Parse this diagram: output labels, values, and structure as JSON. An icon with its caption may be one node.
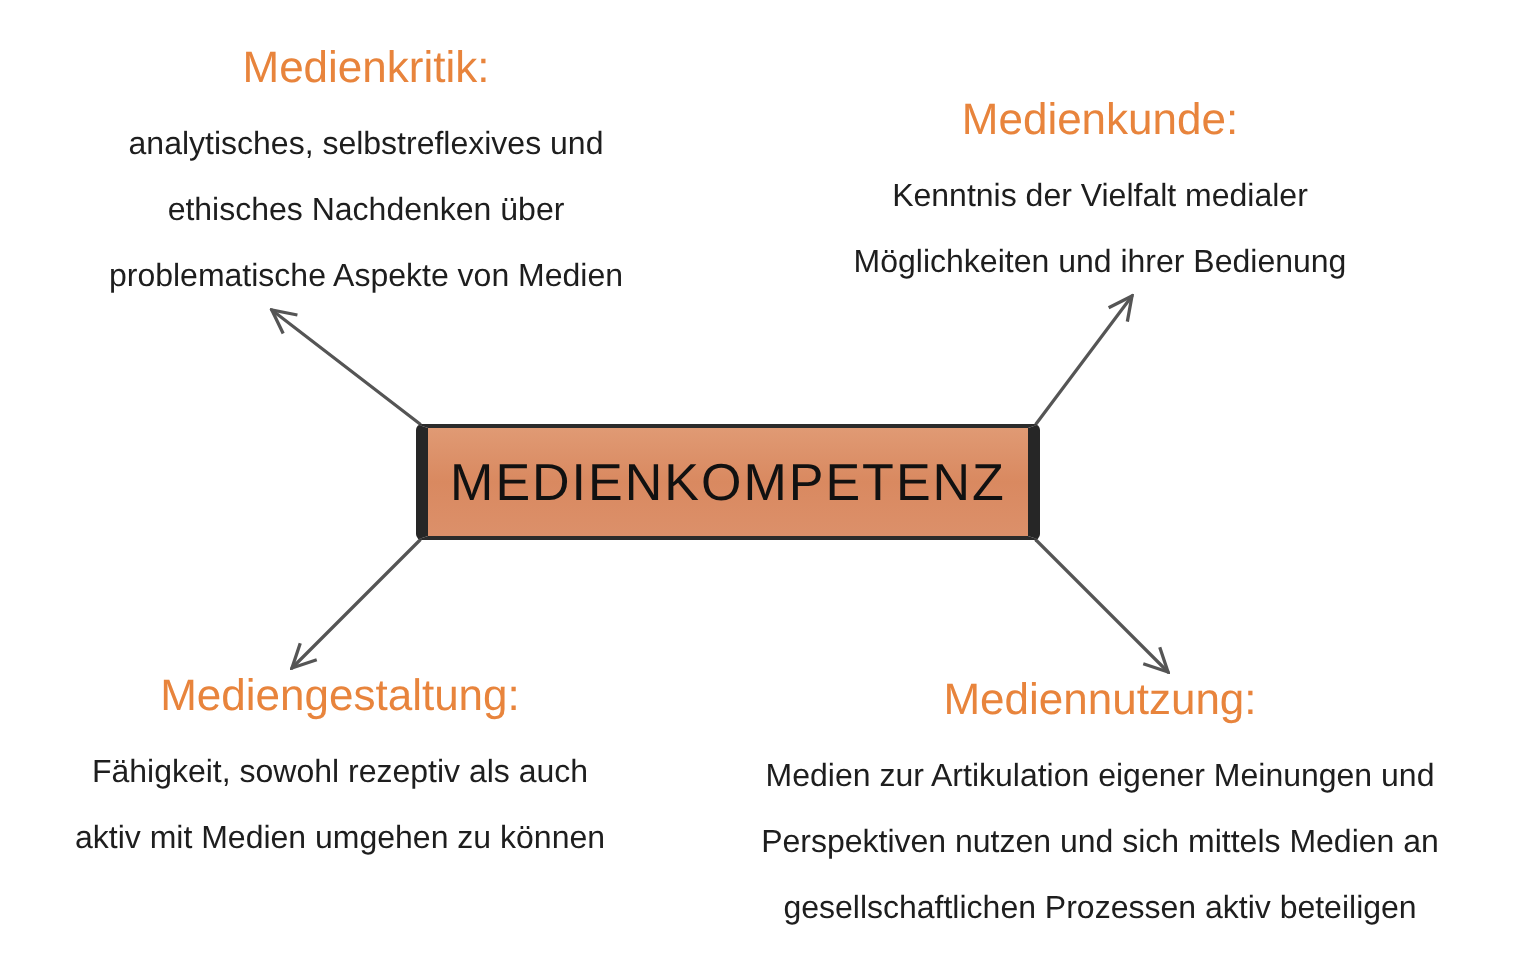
{
  "diagram": {
    "nodes": [
      {
        "text": [
          "MEDIENKOMPETENZ"
        ]
      },
      {
        "text": [
          "Medienkritik:",
          "analytisches, selbstreflexives und ethisches Nachdenken über problematische Aspekte von Medien"
        ]
      },
      {
        "text": [
          "Medienkunde:",
          "Kenntnis der Vielfalt medialer Möglichkeiten und ihrer Bedienung"
        ]
      },
      {
        "text": [
          "Mediengestaltung:",
          "Fähigkeit, sowohl rezeptiv als auch aktiv mit Medien umgehen zu können"
        ]
      },
      {
        "text": [
          "Mediennutzung:",
          "Medien zur Artikulation eigener Meinungen und Perspektiven nutzen und sich mittels Medien an gesellschaftlichen Prozessen aktiv beteiligen"
        ]
      }
    ],
    "edges": [
      {
        "from": 0,
        "to": 1,
        "arrow": "to"
      },
      {
        "from": 0,
        "to": 2,
        "arrow": "to"
      },
      {
        "from": 0,
        "to": 3,
        "arrow": "to"
      },
      {
        "from": 0,
        "to": 4,
        "arrow": "to"
      }
    ]
  }
}
